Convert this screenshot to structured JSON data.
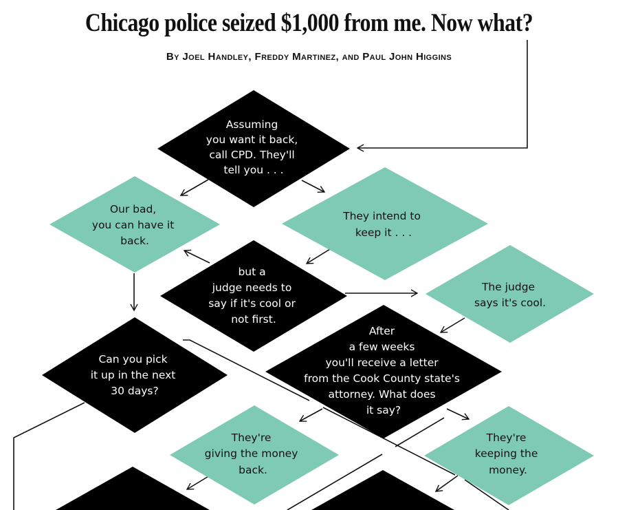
{
  "title": "Chicago police seized $1,000 from me. Now what?",
  "byline": "By Joel Handley,  Freddy Martinez, and  Paul John Higgins",
  "colors": {
    "dark": "#000000",
    "teal": "#7fcab5",
    "line": "#111111"
  },
  "nodes": {
    "call_cpd": [
      "Assuming",
      "you want it back,",
      "call CPD. They'll",
      "tell you . . ."
    ],
    "our_bad": [
      "Our bad,",
      "you can have it",
      "back."
    ],
    "intend_keep": [
      "They intend to",
      "keep it . . ."
    ],
    "judge_needs": [
      "but a",
      "judge needs to",
      "say if it's cool or",
      "not first."
    ],
    "judge_cool": [
      "The judge",
      "says it's cool."
    ],
    "letter": [
      "After",
      "a few weeks",
      "you'll receive a letter",
      "from the Cook County state's",
      "attorney. What does",
      "it say?"
    ],
    "pick_up": [
      "Can you pick",
      "it up in the next",
      "30 days?"
    ],
    "giving_back": [
      "They're",
      "giving the money",
      "back."
    ],
    "keeping": [
      "They're",
      "keeping the",
      "money."
    ]
  }
}
